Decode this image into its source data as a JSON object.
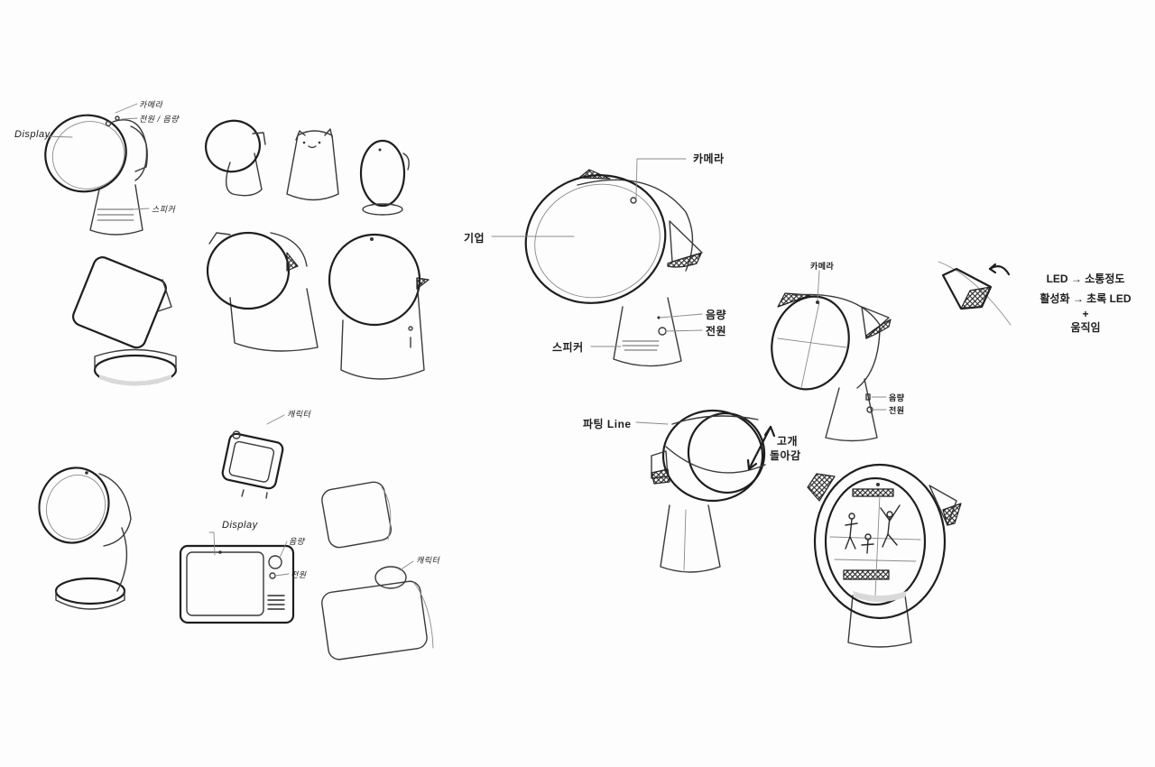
{
  "sheet": {
    "title": "Display robot speaker concept sketches",
    "background_color": "#fdfdfd",
    "ink_color": "#2b2b2b"
  },
  "left_page": {
    "main_sketch": {
      "labels": {
        "display": "Display",
        "camera": "카메라",
        "power_volume": "전원 / 음량",
        "speaker": "스피커"
      }
    },
    "tv_sketch": {
      "labels": {
        "character": "캐릭터"
      }
    },
    "retro_tv_sketch": {
      "labels": {
        "display": "Display",
        "volume": "음량",
        "power": "전원"
      }
    },
    "box_sketch": {
      "labels": {
        "character": "캐릭터"
      }
    }
  },
  "right_page": {
    "main_sketch": {
      "labels": {
        "screen": "기업",
        "camera": "카메라",
        "volume": "음량",
        "power": "전원",
        "speaker": "스피커"
      }
    },
    "side_sketch": {
      "labels": {
        "camera": "카메라",
        "volume": "음량",
        "power": "전원"
      }
    },
    "ear_led_note": {
      "lines": [
        "LED → 소통정도",
        "활성화 → 초록 LED",
        "+",
        "움직임"
      ]
    },
    "parting_sketch": {
      "labels": {
        "parting_line": "파팅 Line",
        "head_rotate": "고개",
        "head_rotate_2": "돌아감"
      }
    }
  }
}
